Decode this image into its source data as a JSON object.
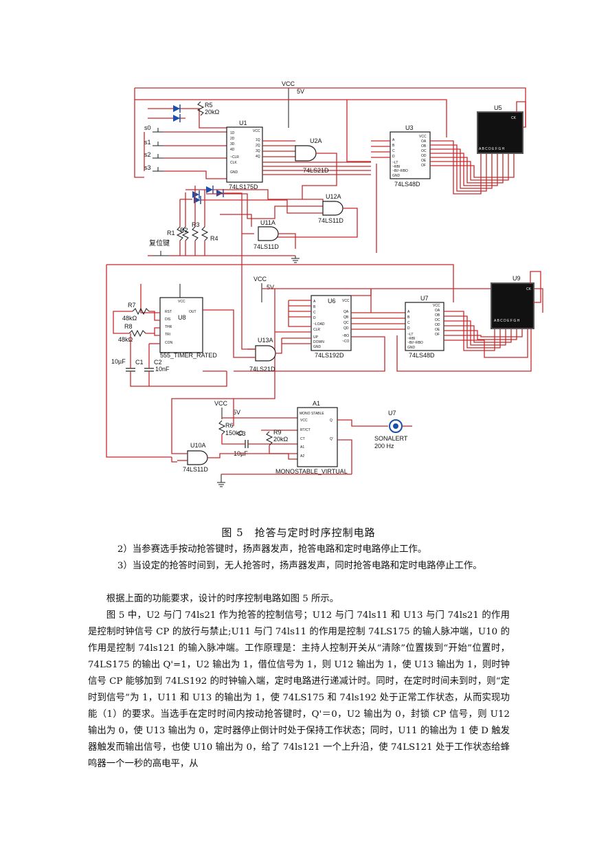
{
  "schematic": {
    "vcc": "VCC",
    "v5": "5V",
    "r5": "R5",
    "r5_val": "20kΩ",
    "switches": [
      "s0",
      "s1",
      "s2",
      "s3"
    ],
    "u1": "U1",
    "u1_type": "74LS175D",
    "u2": "U2A",
    "u2_type": "74LS21D",
    "u3": "U3",
    "u3_type": "74LS48D",
    "u5": "U5",
    "u12": "U12A",
    "u12_type": "74LS11D",
    "u11": "U11A",
    "u11_type": "74LS11D",
    "r1": "R1",
    "r2": "R2",
    "r3": "R3",
    "r4": "R4",
    "reset_key": "复位键",
    "u6": "U6",
    "u6_type": "74LS192D",
    "u7": "U7",
    "u7_type": "74LS48D",
    "u9": "U9",
    "u8": "U8",
    "u8_type": "555_TIMER_RATED",
    "r7": "R7",
    "r7_val": "48kΩ",
    "r8": "R8",
    "r8_val": "48kΩ",
    "c1": "C1",
    "c1_val": "10µF",
    "c2": "C2",
    "c2_val": "10nF",
    "u13": "U13A",
    "u13_type": "74LS21D",
    "a1": "A1",
    "a1_type": "MONOSTABLE_VIRTUAL",
    "mono_head": "MONO STABLE",
    "r6": "R6",
    "r6_val": "150kΩ",
    "c3": "C3",
    "c3_val": "10µF",
    "r9": "R9",
    "r9_val": "20kΩ",
    "u7s": "U7",
    "sonalert": "SONALERT",
    "sonalert_freq": "200 Hz",
    "u10": "U10A",
    "u10_type": "74LS11D",
    "ck": "CK",
    "seg": "A B C D E F G H"
  },
  "figure_caption": "图 5　抢答与定时时序控制电路",
  "paragraphs": [
    "2）当参赛选手按动抢答键时，扬声器发声，抢答电路和定时电路停止工作。",
    "3）当设定的抢答时间到，无人抢答时，扬声器发声，同时抢答电路和定时电路停止工作。",
    "根据上面的功能要求，设计的时序控制电路如图 5 所示。",
    "图 5 中，U2 与门 74ls21 作为抢答的控制信号；U12 与门 74ls11 和 U13 与门 74ls21 的作用是控制时钟信号 CP 的放行与禁止;U11 与门 74ls11 的作用是控制 74LS175 的输人脉冲端，U10 的作用是控制 74ls121 的输入脉冲端。工作原理是：主持人控制开关从“清除”位置拨到“开始”位置时，74LS175 的输出 Q'=1，U2 输出为 1，借位信号为 1，则 U12 输出为 1，使 U13 输出为 1，则时钟信号 CP 能够加到 74LS192 的时钟输入端，定时电路进行递减计时。同时，在定时时间未到时，则“定时到信号”为 1，U11 和 U13 的输出为 1，使 74LS175 和 74ls192 处于正常工作状态，从而实现功能（1）的要求。当选手在定时时间内按动抢答键时，Q'＝0，U2 输出为 0，封锁 CP 信号，则 U12 输出为 0，使 U13 输出为 0，定时器停止倒计时处于保持工作状态；同时，U11 的输出为 1 使 D 触发器触发而输出信号，也使 U10 输出为 0，给了 74ls121 一个上升沿，使 74LS121 处于工作状态给蜂鸣器一个一秒的高电平，从"
  ]
}
